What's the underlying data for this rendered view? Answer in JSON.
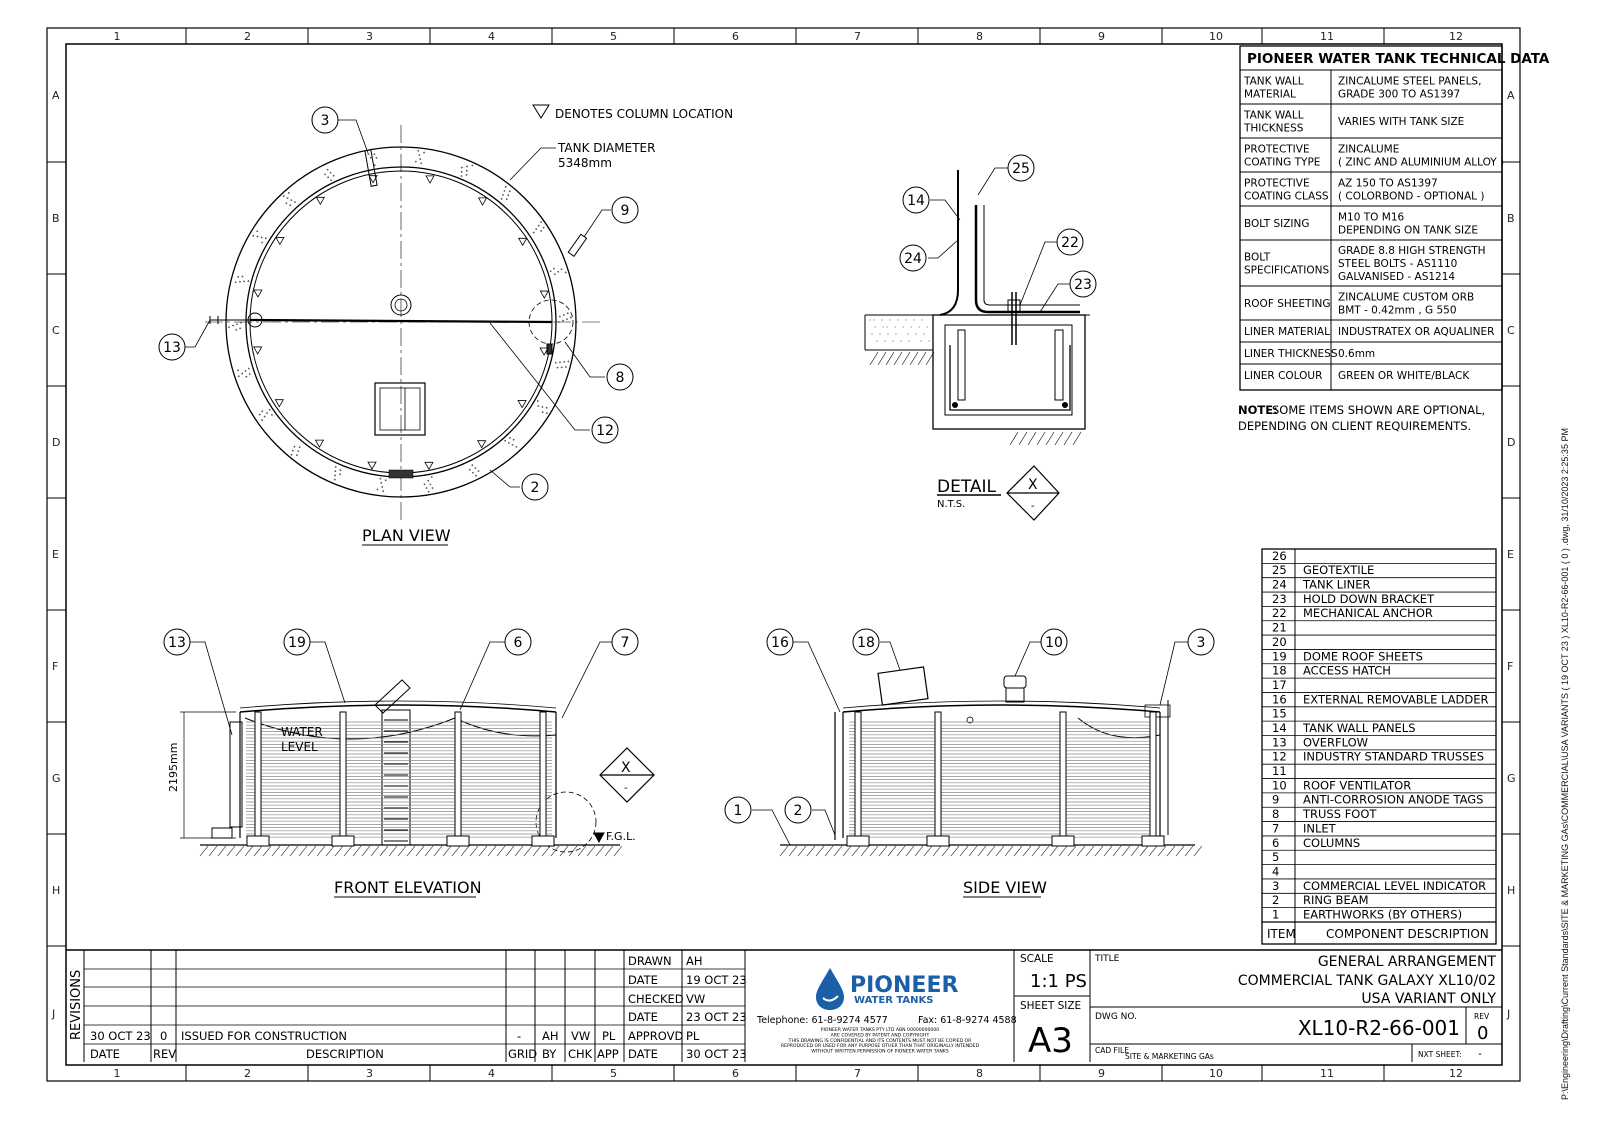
{
  "border": {
    "columns": [
      "1",
      "2",
      "3",
      "4",
      "5",
      "6",
      "7",
      "8",
      "9",
      "10",
      "11",
      "12"
    ],
    "rows": [
      "A",
      "B",
      "C",
      "D",
      "E",
      "F",
      "G",
      "H",
      "J"
    ]
  },
  "views": {
    "plan": "PLAN VIEW",
    "front": "FRONT ELEVATION",
    "side": "SIDE VIEW",
    "detail": "DETAIL",
    "detail_scale": "N.T.S.",
    "detail_mark": "X",
    "detail_sub": "-"
  },
  "annotations": {
    "column_location": "DENOTES COLUMN LOCATION",
    "tank_diameter": "TANK DIAMETER",
    "tank_diameter_value": "5348mm",
    "water": "WATER",
    "level": "LEVEL",
    "height": "2195mm",
    "fgl": "F.G.L."
  },
  "callouts": {
    "plan": [
      "3",
      "9",
      "13",
      "8",
      "12",
      "2"
    ],
    "detail": [
      "25",
      "14",
      "24",
      "22",
      "23"
    ],
    "front": [
      "13",
      "19",
      "6",
      "7"
    ],
    "side": [
      "16",
      "18",
      "10",
      "3",
      "1",
      "2"
    ]
  },
  "tech_table": {
    "title": "PIONEER WATER TANK TECHNICAL DATA",
    "rows": [
      {
        "k1": "TANK WALL",
        "k2": "MATERIAL",
        "v1": "ZINCALUME STEEL PANELS,",
        "v2": "GRADE 300  TO AS1397",
        "v3": ""
      },
      {
        "k1": "TANK WALL",
        "k2": "THICKNESS",
        "v1": "VARIES WITH TANK SIZE",
        "v2": "",
        "v3": ""
      },
      {
        "k1": "PROTECTIVE",
        "k2": "COATING TYPE",
        "v1": "ZINCALUME",
        "v2": "( ZINC AND ALUMINIUM ALLOY )",
        "v3": ""
      },
      {
        "k1": "PROTECTIVE",
        "k2": "COATING CLASS",
        "v1": "AZ 150 TO AS1397",
        "v2": "( COLORBOND - OPTIONAL )",
        "v3": ""
      },
      {
        "k1": "BOLT SIZING",
        "k2": "",
        "v1": "M10 TO M16",
        "v2": "DEPENDING ON TANK SIZE",
        "v3": ""
      },
      {
        "k1": "BOLT",
        "k2": "SPECIFICATIONS",
        "v1": "GRADE 8.8 HIGH STRENGTH",
        "v2": "STEEL BOLTS - AS1110",
        "v3": "GALVANISED - AS1214"
      },
      {
        "k1": "ROOF SHEETING",
        "k2": "",
        "v1": "ZINCALUME CUSTOM ORB",
        "v2": "BMT - 0.42mm , G 550",
        "v3": ""
      },
      {
        "k1": "LINER MATERIAL",
        "k2": "",
        "v1": "INDUSTRATEX OR AQUALINER",
        "v2": "",
        "v3": ""
      },
      {
        "k1": "LINER THICKNESS",
        "k2": "",
        "v1": "0.6mm",
        "v2": "",
        "v3": ""
      },
      {
        "k1": "LINER COLOUR",
        "k2": "",
        "v1": "GREEN OR WHITE/BLACK",
        "v2": "",
        "v3": ""
      }
    ],
    "note_label": "NOTE:",
    "note_1": "SOME ITEMS SHOWN ARE OPTIONAL,",
    "note_2": "DEPENDING ON CLIENT REQUIREMENTS."
  },
  "components": {
    "items": [
      {
        "n": "26",
        "d": ""
      },
      {
        "n": "25",
        "d": "GEOTEXTILE"
      },
      {
        "n": "24",
        "d": "TANK LINER"
      },
      {
        "n": "23",
        "d": "HOLD DOWN BRACKET"
      },
      {
        "n": "22",
        "d": "MECHANICAL ANCHOR"
      },
      {
        "n": "21",
        "d": ""
      },
      {
        "n": "20",
        "d": ""
      },
      {
        "n": "19",
        "d": "DOME ROOF SHEETS"
      },
      {
        "n": "18",
        "d": "ACCESS HATCH"
      },
      {
        "n": "17",
        "d": ""
      },
      {
        "n": "16",
        "d": "EXTERNAL REMOVABLE LADDER"
      },
      {
        "n": "15",
        "d": ""
      },
      {
        "n": "14",
        "d": "TANK WALL PANELS"
      },
      {
        "n": "13",
        "d": "OVERFLOW"
      },
      {
        "n": "12",
        "d": "INDUSTRY STANDARD TRUSSES"
      },
      {
        "n": "11",
        "d": ""
      },
      {
        "n": "10",
        "d": "ROOF VENTILATOR"
      },
      {
        "n": "9",
        "d": "ANTI-CORROSION ANODE TAGS"
      },
      {
        "n": "8",
        "d": "TRUSS FOOT"
      },
      {
        "n": "7",
        "d": "INLET"
      },
      {
        "n": "6",
        "d": "COLUMNS"
      },
      {
        "n": "5",
        "d": ""
      },
      {
        "n": "4",
        "d": ""
      },
      {
        "n": "3",
        "d": "COMMERCIAL LEVEL INDICATOR"
      },
      {
        "n": "2",
        "d": "RING BEAM"
      },
      {
        "n": "1",
        "d": "EARTHWORKS (BY OTHERS)"
      }
    ],
    "header_item": "ITEM",
    "header_desc": "COMPONENT DESCRIPTION"
  },
  "revisions": {
    "label": "REVISIONS",
    "row": {
      "date": "30 OCT 23",
      "rev": "0",
      "desc": "ISSUED FOR CONSTRUCTION",
      "grid": "-",
      "by": "AH",
      "chk": "VW",
      "app": "PL"
    },
    "headers": {
      "date": "DATE",
      "rev": "REV",
      "desc": "DESCRIPTION",
      "grid": "GRID",
      "by": "BY",
      "chk": "CHK",
      "app": "APP"
    }
  },
  "signoff": [
    {
      "label": "DRAWN",
      "value": "AH"
    },
    {
      "label": "DATE",
      "value": "19 OCT 23"
    },
    {
      "label": "CHECKED",
      "value": "VW"
    },
    {
      "label": "DATE",
      "value": "23 OCT 23"
    },
    {
      "label": "APPROVD",
      "value": "PL"
    },
    {
      "label": "DATE",
      "value": "30 OCT 23"
    }
  ],
  "company": {
    "name": "PIONEER",
    "sub": "WATER TANKS",
    "phone": "Telephone: 61-8-9274 4577",
    "fax": "Fax: 61-8-9274 4588",
    "fine": [
      "PIONEER WATER TANKS PTY LTD    ABN 00000000000",
      "ARE COVERED BY PATENT AND COPYRIGHT",
      "THIS DRAWING IS CONFIDENTIAL AND ITS CONTENTS MUST NOT BE COPIED OR",
      "REPRODUCED OR USED FOR ANY PURPOSE OTHER THAN THAT ORIGINALLY INTENDED",
      "WITHOUT WRITTEN PERMISSION OF PIONEER WATER TANKS"
    ],
    "brand_color": "#1a5fa8"
  },
  "title_block": {
    "scale_label": "SCALE",
    "scale": "1:1 PS",
    "sheet_size_label": "SHEET SIZE",
    "sheet_size": "A3",
    "title_label": "TITLE",
    "title_1": "GENERAL ARRANGEMENT",
    "title_2": "COMMERCIAL TANK GALAXY XL10/02",
    "title_3": "USA VARIANT ONLY",
    "dwg_label": "DWG NO.",
    "dwg_no": "XL10-R2-66-001",
    "rev_label": "REV",
    "rev": "0",
    "cad_label": "CAD FILE",
    "cad_value": "SITE & MARKETING GAs",
    "nxt_label": "NXT SHEET:",
    "nxt_value": "-"
  },
  "side_path": "P:\\Engineering\\Drafting\\Current Standards\\SITE & MARKETING GAs\\COMMERCIAL\\USA VARIANTS   ( 19 OCT 23 )  XL10-R2-66-001 ( 0 ) .dwg, 31/10/2023 2:25:35 PM"
}
